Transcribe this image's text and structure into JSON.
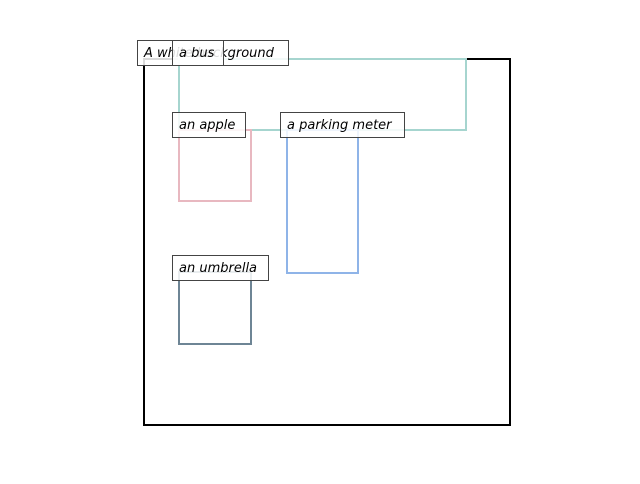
{
  "scene": {
    "frame_color": "#000000",
    "background_label": "A white background",
    "objects": [
      {
        "id": "bus",
        "label": "a bus",
        "color": "#a6d5cf"
      },
      {
        "id": "apple",
        "label": "an apple",
        "color": "#e8b8c0"
      },
      {
        "id": "parking-meter",
        "label": "a parking meter",
        "color": "#8fb4e8"
      },
      {
        "id": "umbrella",
        "label": "an umbrella",
        "color": "#6e8595"
      }
    ]
  }
}
